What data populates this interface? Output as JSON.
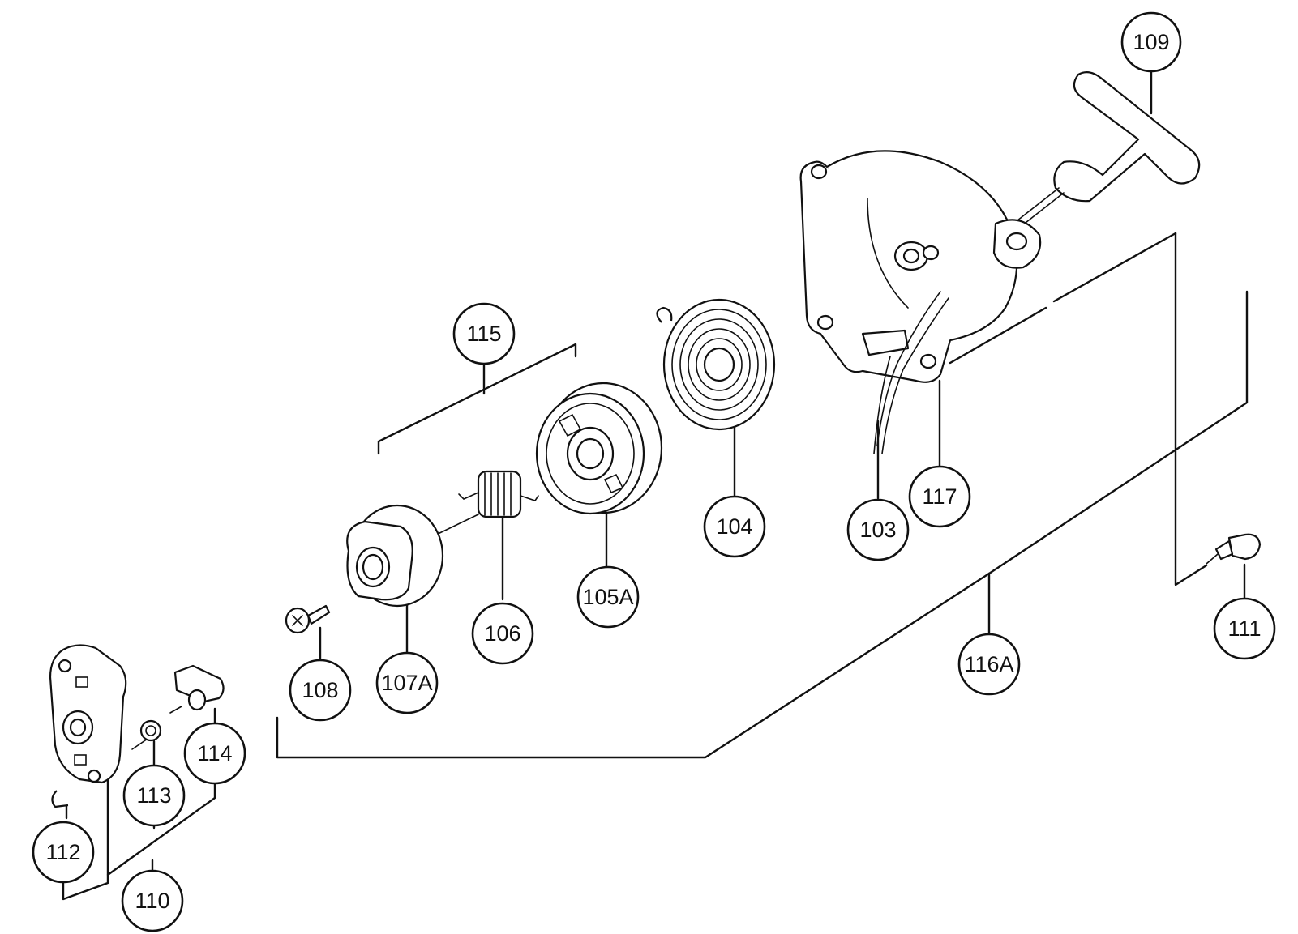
{
  "callouts": [
    {
      "id": "c103",
      "label": "103"
    },
    {
      "id": "c104",
      "label": "104"
    },
    {
      "id": "c105A",
      "label": "105A"
    },
    {
      "id": "c106",
      "label": "106"
    },
    {
      "id": "c107A",
      "label": "107A"
    },
    {
      "id": "c108",
      "label": "108"
    },
    {
      "id": "c109",
      "label": "109"
    },
    {
      "id": "c110",
      "label": "110"
    },
    {
      "id": "c111",
      "label": "111"
    },
    {
      "id": "c112",
      "label": "112"
    },
    {
      "id": "c113",
      "label": "113"
    },
    {
      "id": "c114",
      "label": "114"
    },
    {
      "id": "c115",
      "label": "115"
    },
    {
      "id": "c116A",
      "label": "116A"
    },
    {
      "id": "c117",
      "label": "117"
    }
  ]
}
